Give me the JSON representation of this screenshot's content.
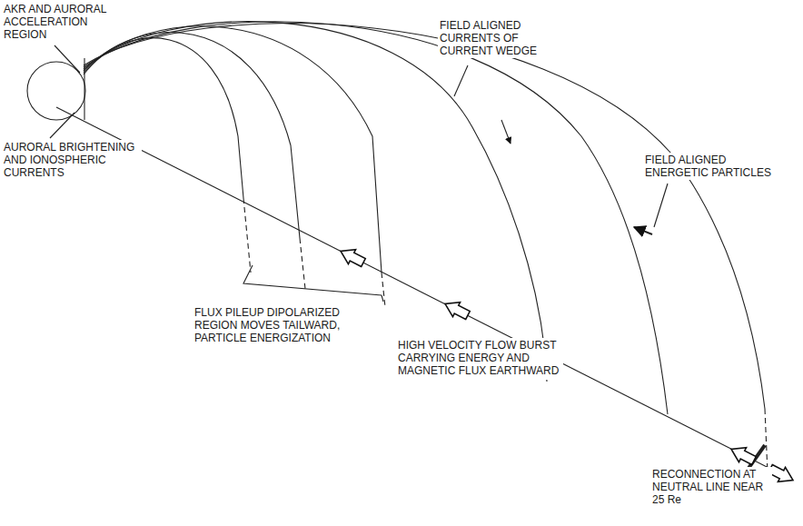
{
  "diagram": {
    "labels": [
      "AKR AND AURORAL ACCELERATION REGION",
      "AURORAL BRIGHTENING AND IONOSPHERIC CURRENTS",
      "FIELD ALIGNED CURRENTS OF CURRENT WEDGE",
      "FIELD ALIGNED ENERGETIC PARTICLES",
      "FLUX PILEUP DIPOLARIZED REGION MOVES TAILWARD, PARTICLE ENERGIZATION",
      "HIGH VELOCITY FLOW BURST CARRYING ENERGY AND MAGNETIC FLUX EARTHWARD",
      "RECONNECTION AT NEUTRAL LINE NEAR 25 Re"
    ]
  }
}
